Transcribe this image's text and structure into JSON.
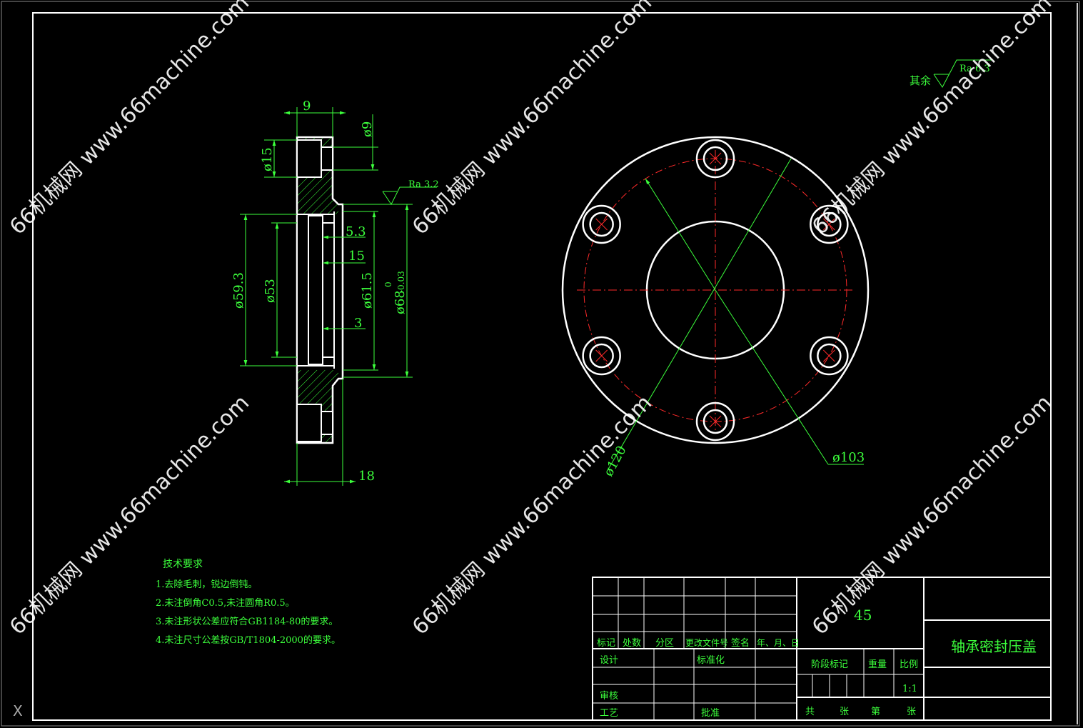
{
  "drawing": {
    "surface_note": {
      "prefix": "其余",
      "value": "Ra 6.3"
    },
    "section_dims": {
      "top_width": "9",
      "small_hole_dia": "ø9",
      "counterbore_dia": "ø15",
      "roughness": "Ra 3.2",
      "groove_depth": "5.3",
      "step_width": "15",
      "inner_dia": "ø59.3",
      "bore_dia": "ø53",
      "groove_dia": "ø61.5",
      "outer_dia_main": "ø68",
      "outer_dia_tol_upper": "0",
      "outer_dia_tol_lower": "-0.03",
      "groove_width": "3",
      "total_width": "18"
    },
    "plan_dims": {
      "flange_dia": "ø120",
      "bolt_circle_dia": "ø103"
    },
    "tech_requirements": {
      "title": "技术要求",
      "items": [
        "1.去除毛刺，锐边倒钝。",
        "2.未注倒角C0.5,未注圆角R0.5。",
        "3.未注形状公差应符合GB1184-80的要求。",
        "4.未注尺寸公差按GB/T1804-2000的要求。"
      ]
    },
    "title_block": {
      "material": "45",
      "part_name": "轴承密封压盖",
      "headers": [
        "标记",
        "处数",
        "分区",
        "更改文件号",
        "签名",
        "年、月、日"
      ],
      "design": "设计",
      "standardize": "标准化",
      "check": "审核",
      "process": "工艺",
      "approve": "批准",
      "stage_mark": "阶段标记",
      "weight": "重量",
      "scale_label": "比例",
      "scale": "1:1",
      "total_label": "共",
      "sheets_label": "张",
      "sheet_no_label": "第",
      "sheet_label2": "张"
    },
    "watermark": "66机械网 www.66machine.com",
    "colors": {
      "line": "#ffffff",
      "dim": "#3cff3c",
      "center": "#ff2a2a",
      "bg": "#000000"
    }
  }
}
